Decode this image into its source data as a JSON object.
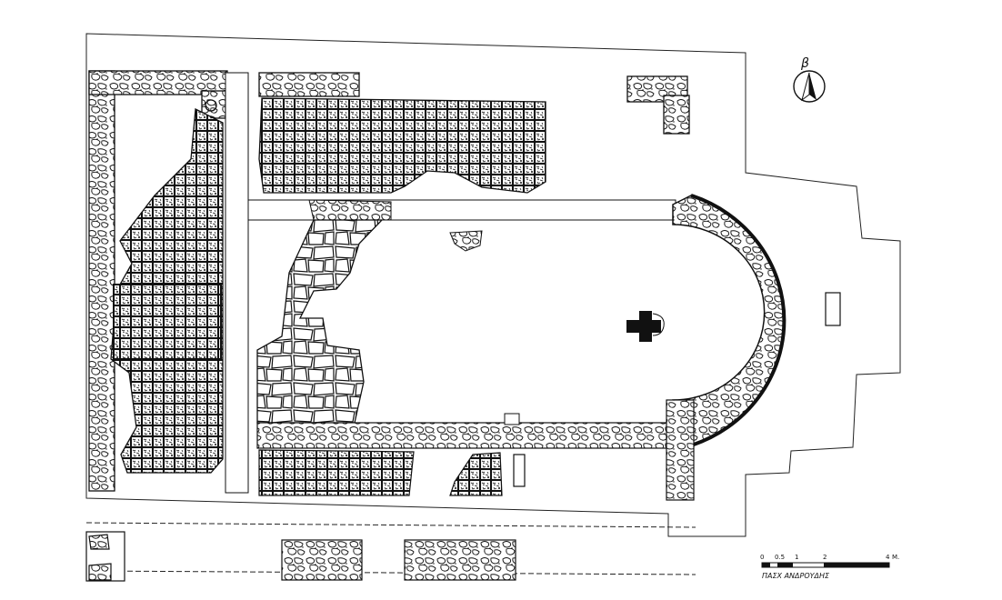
{
  "north_arrow": {
    "label": "β"
  },
  "scale_bar": {
    "ticks": [
      "0",
      "0.5",
      "1",
      "2",
      "4"
    ],
    "unit": "Μ.",
    "author": "ΠΑΣΧ ΑΝΔΡΟΥΔΗΣ"
  },
  "colors": {
    "ink": "#111111",
    "paper": "#ffffff",
    "stone": "#ffffff"
  }
}
